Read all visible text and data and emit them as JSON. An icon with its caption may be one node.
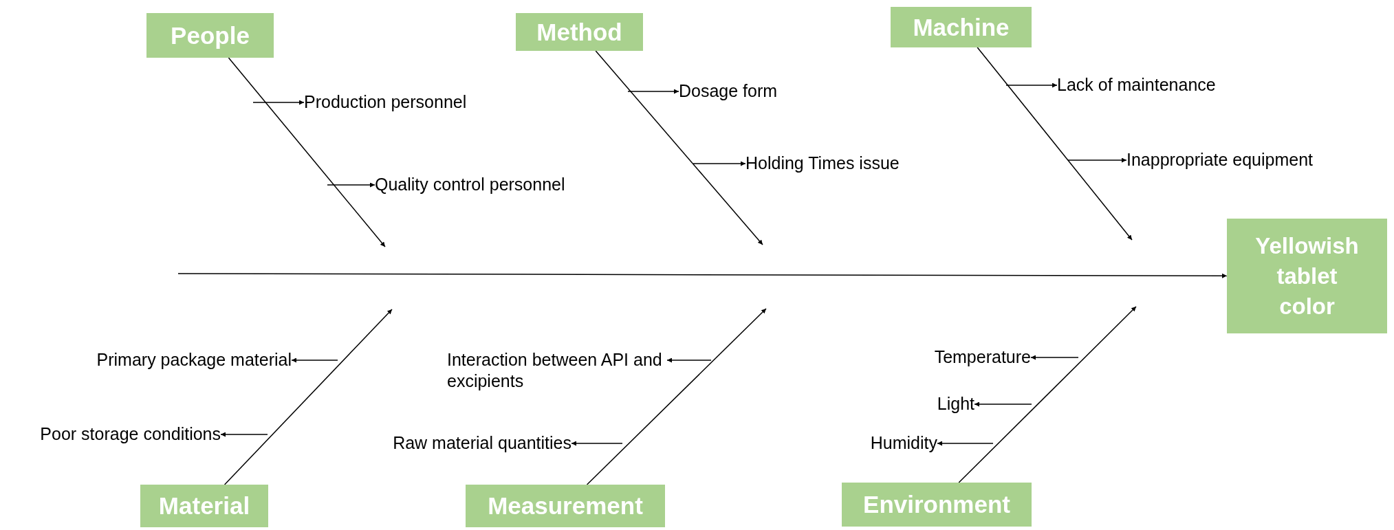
{
  "diagram": {
    "nodes": [
      {
        "text": [
          "People"
        ]
      },
      {
        "text": [
          "Method"
        ]
      },
      {
        "text": [
          "Machine"
        ]
      },
      {
        "text": [
          "Production personnel"
        ]
      },
      {
        "text": [
          "Dosage form"
        ]
      },
      {
        "text": [
          "Lack of maintenance"
        ]
      },
      {
        "text": [
          "Holding Times issue"
        ]
      },
      {
        "text": [
          "Inappropriate equipment"
        ]
      },
      {
        "text": [
          "Quality control personnel"
        ]
      },
      {
        "text": [
          "Yellowish tablet color"
        ]
      },
      {
        "text": [
          "Primary package material"
        ]
      },
      {
        "text": [
          "Interaction between API and excipients"
        ]
      },
      {
        "text": [
          "Temperature"
        ]
      },
      {
        "text": [
          "Light"
        ]
      },
      {
        "text": [
          "Poor storage conditions"
        ]
      },
      {
        "text": [
          "Raw material quantities"
        ]
      },
      {
        "text": [
          "Humidity"
        ]
      },
      {
        "text": [
          "Material"
        ]
      },
      {
        "text": [
          "Measurement"
        ]
      },
      {
        "text": [
          "Environment"
        ]
      }
    ],
    "edges": [
      {
        "from": 0,
        "to": null,
        "arrow": "to"
      },
      {
        "from": 1,
        "to": null,
        "arrow": "to"
      },
      {
        "from": 2,
        "to": null,
        "arrow": "to"
      },
      {
        "from": null,
        "to": 9,
        "arrow": "to"
      },
      {
        "from": 17,
        "to": null,
        "arrow": "to"
      },
      {
        "from": 18,
        "to": null,
        "arrow": "to"
      },
      {
        "from": 19,
        "to": null,
        "arrow": "to"
      },
      {
        "from": null,
        "to": 3,
        "arrow": "to"
      },
      {
        "from": null,
        "to": 8,
        "arrow": "to"
      },
      {
        "from": null,
        "to": 4,
        "arrow": "to"
      },
      {
        "from": null,
        "to": 6,
        "arrow": "to"
      },
      {
        "from": null,
        "to": 5,
        "arrow": "to"
      },
      {
        "from": null,
        "to": 7,
        "arrow": "to"
      },
      {
        "from": null,
        "to": 10,
        "arrow": "to"
      },
      {
        "from": null,
        "to": 14,
        "arrow": "to"
      },
      {
        "from": null,
        "to": 11,
        "arrow": "to"
      },
      {
        "from": null,
        "to": 15,
        "arrow": "to"
      },
      {
        "from": null,
        "to": 12,
        "arrow": "to"
      },
      {
        "from": null,
        "to": 13,
        "arrow": "to"
      },
      {
        "from": null,
        "to": 16,
        "arrow": "to"
      }
    ]
  }
}
